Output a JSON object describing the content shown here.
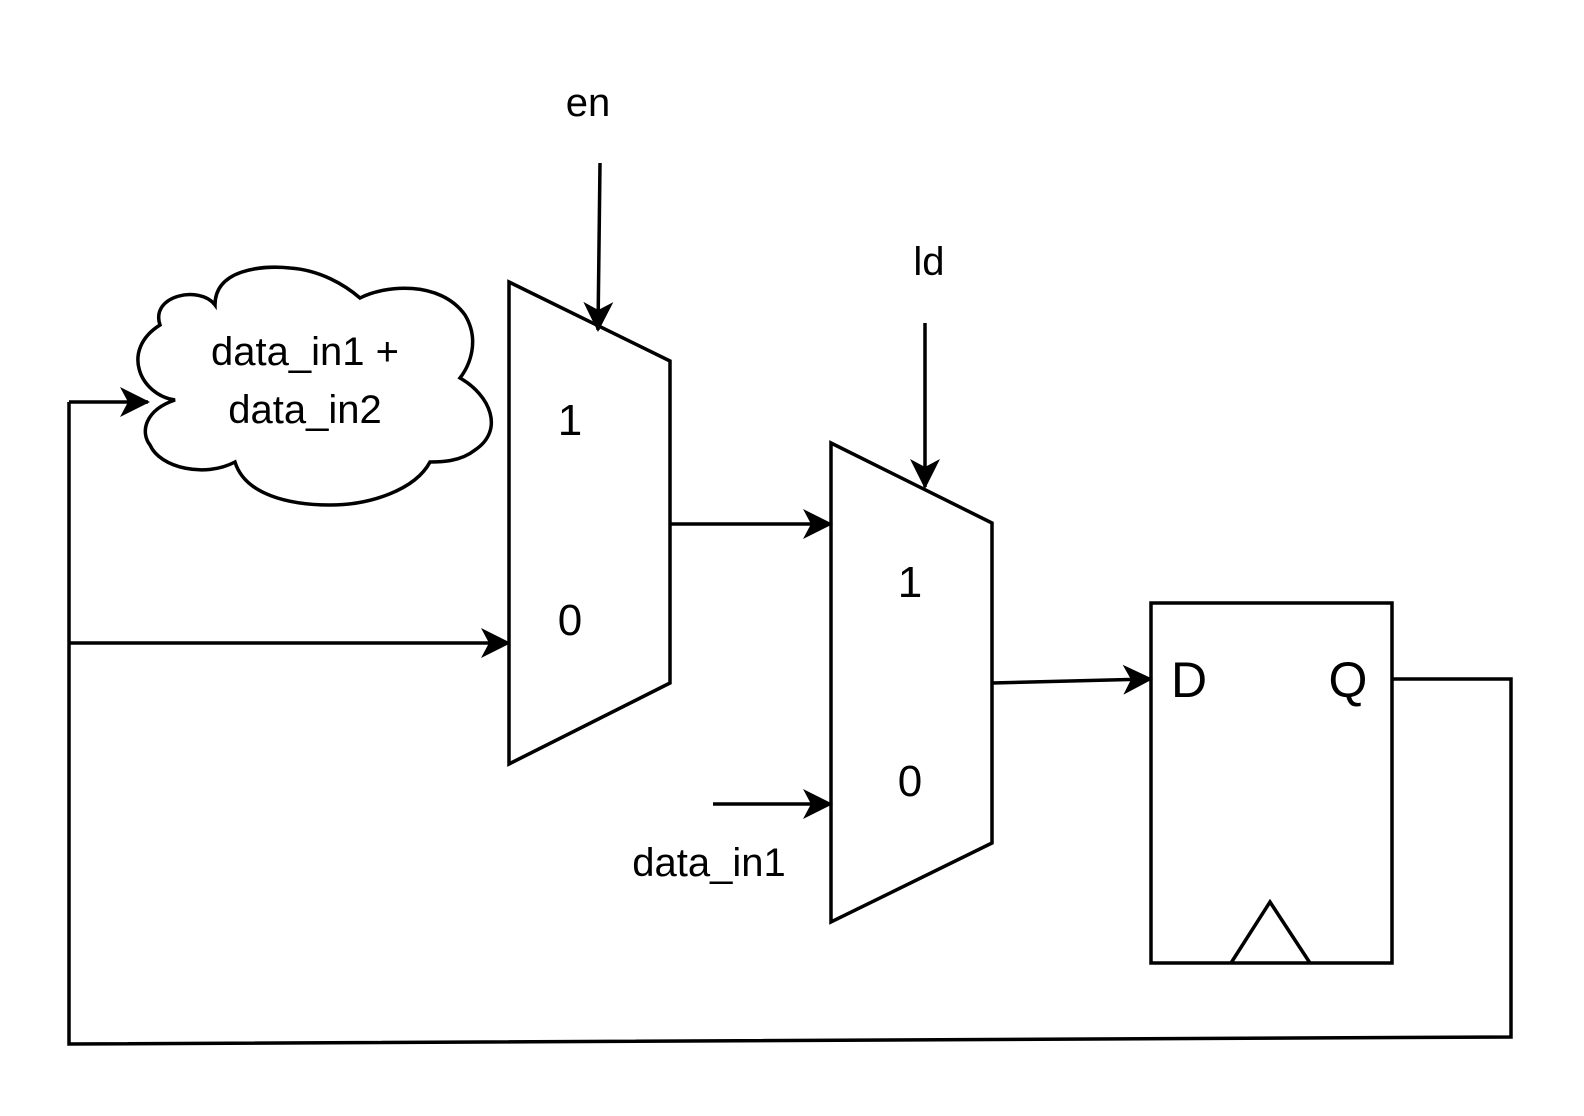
{
  "signals": {
    "en": "en",
    "ld": "ld",
    "data_in1": "data_in1"
  },
  "cloud": {
    "line1": "data_in1 +",
    "line2": "data_in2"
  },
  "mux_en": {
    "in1": "1",
    "in0": "0"
  },
  "mux_ld": {
    "in1": "1",
    "in0": "0"
  },
  "flipflop": {
    "d": "D",
    "q": "Q"
  },
  "colors": {
    "stroke": "#000000",
    "background": "#ffffff"
  }
}
